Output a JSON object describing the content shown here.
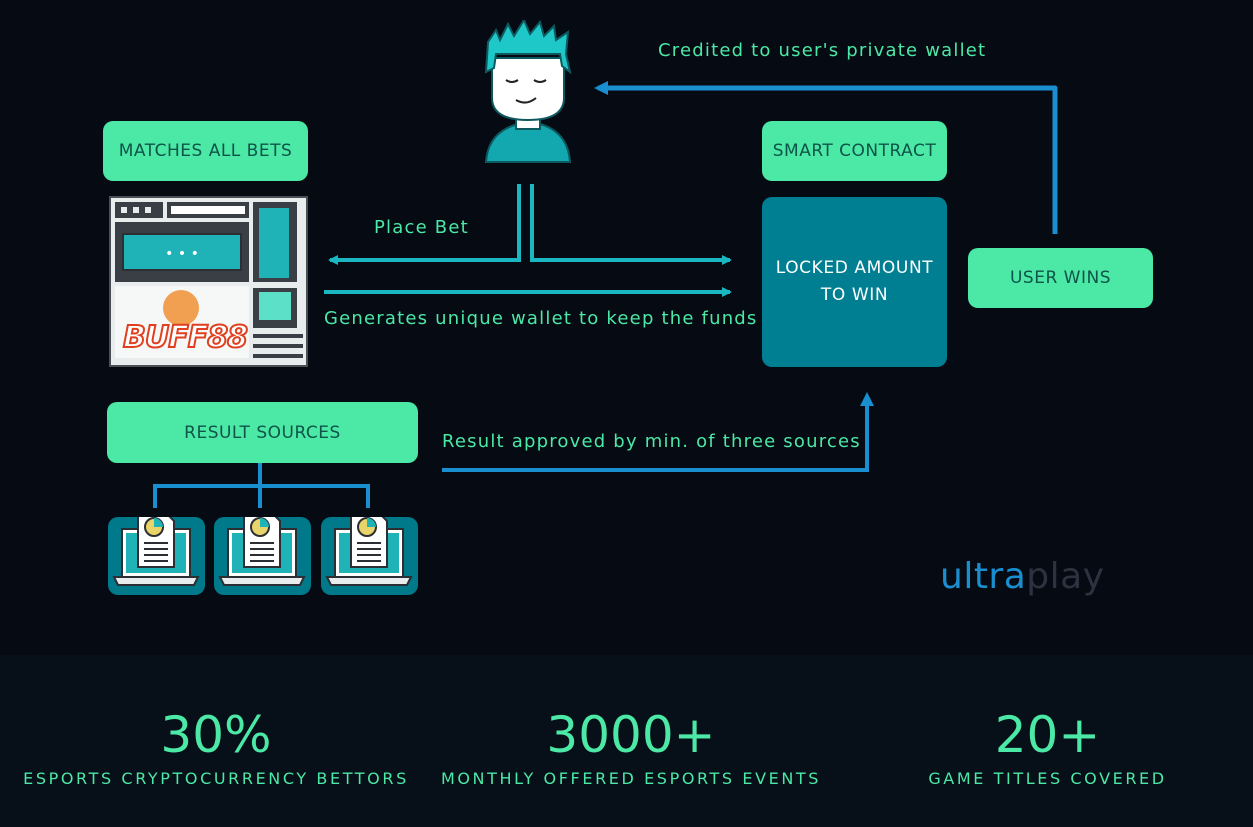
{
  "diagram": {
    "nodes": {
      "matches_all_bets": "MATCHES ALL BETS",
      "smart_contract": "SMART CONTRACT",
      "locked_amount_line1": "LOCKED AMOUNT",
      "locked_amount_line2": "TO WIN",
      "user_wins": "USER WINS",
      "result_sources": "RESULT SOURCES"
    },
    "edges": {
      "credited": "Credited to user's private wallet",
      "place_bet": "Place Bet",
      "generates_wallet": "Generates unique wallet to keep the funds",
      "result_approved": "Result approved by min. of three sources"
    },
    "bookmaker_logo_text": "BUFF88",
    "brand": {
      "part1": "ultra",
      "part2": "play"
    }
  },
  "stats": [
    {
      "value": "30%",
      "label": "ESPORTS CRYPTOCURRENCY BETTORS"
    },
    {
      "value": "3000+",
      "label": "MONTHLY OFFERED ESPORTS EVENTS"
    },
    {
      "value": "20+",
      "label": "GAME TITLES COVERED"
    }
  ],
  "colors": {
    "accent_green": "#4be8a6",
    "teal": "#007f92",
    "arrow_blue": "#1a8fd0",
    "background": "#060a12"
  }
}
